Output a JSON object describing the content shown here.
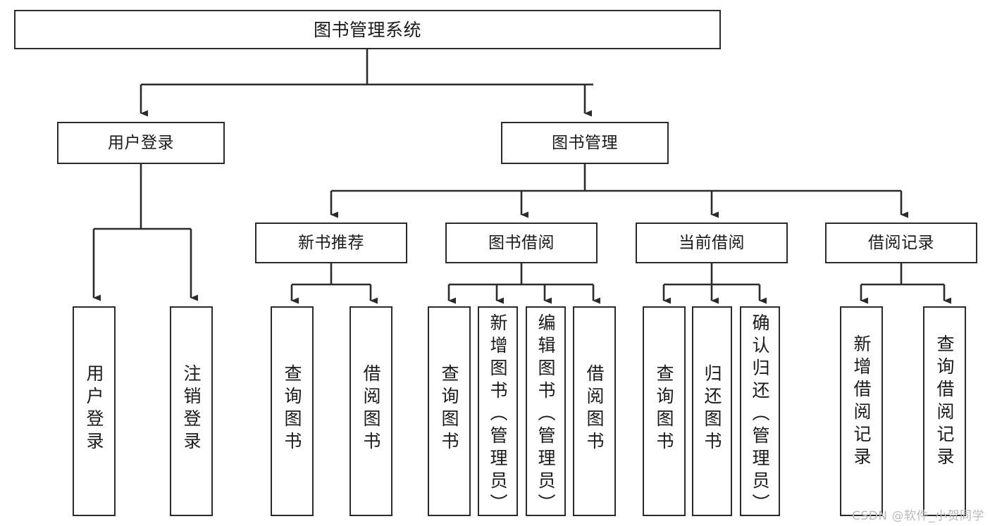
{
  "diagram": {
    "title": "图书管理系统",
    "type": "tree-hierarchy-diagram",
    "root": {
      "id": "root",
      "label": "图书管理系统"
    },
    "level2": [
      {
        "id": "user-login",
        "label": "用户登录"
      },
      {
        "id": "book-manage",
        "label": "图书管理"
      }
    ],
    "level3": [
      {
        "id": "new-book-rec",
        "label": "新书推荐",
        "parent": "book-manage"
      },
      {
        "id": "book-borrow",
        "label": "图书借阅",
        "parent": "book-manage"
      },
      {
        "id": "current-borrow",
        "label": "当前借阅",
        "parent": "book-manage"
      },
      {
        "id": "borrow-record",
        "label": "借阅记录",
        "parent": "book-manage"
      }
    ],
    "leaves": {
      "user_login": [
        {
          "id": "leaf-user-login",
          "label": "用户登录"
        },
        {
          "id": "leaf-logout",
          "label": "注销登录"
        }
      ],
      "new_book_rec": [
        {
          "id": "leaf-query-book-1",
          "label": "查询图书"
        },
        {
          "id": "leaf-borrow-book-1",
          "label": "借阅图书"
        }
      ],
      "book_borrow": [
        {
          "id": "leaf-query-book-2",
          "label": "查询图书"
        },
        {
          "id": "leaf-add-book",
          "label": "新增图书（管理员）"
        },
        {
          "id": "leaf-edit-book",
          "label": "编辑图书（管理员）"
        },
        {
          "id": "leaf-borrow-book-2",
          "label": "借阅图书"
        }
      ],
      "current_borrow": [
        {
          "id": "leaf-query-book-3",
          "label": "查询图书"
        },
        {
          "id": "leaf-return-book",
          "label": "归还图书"
        },
        {
          "id": "leaf-confirm-return",
          "label": "确认归还（管理员）"
        }
      ],
      "borrow_record": [
        {
          "id": "leaf-add-record",
          "label": "新增借阅记录"
        },
        {
          "id": "leaf-query-record",
          "label": "查询借阅记录"
        }
      ]
    }
  },
  "watermark": {
    "text": "CSDN @软件_小贺同学"
  },
  "colors": {
    "stroke": "#2b2b2b",
    "background": "#ffffff",
    "text": "#1a1a1a",
    "watermark": "#b9b9b9"
  }
}
